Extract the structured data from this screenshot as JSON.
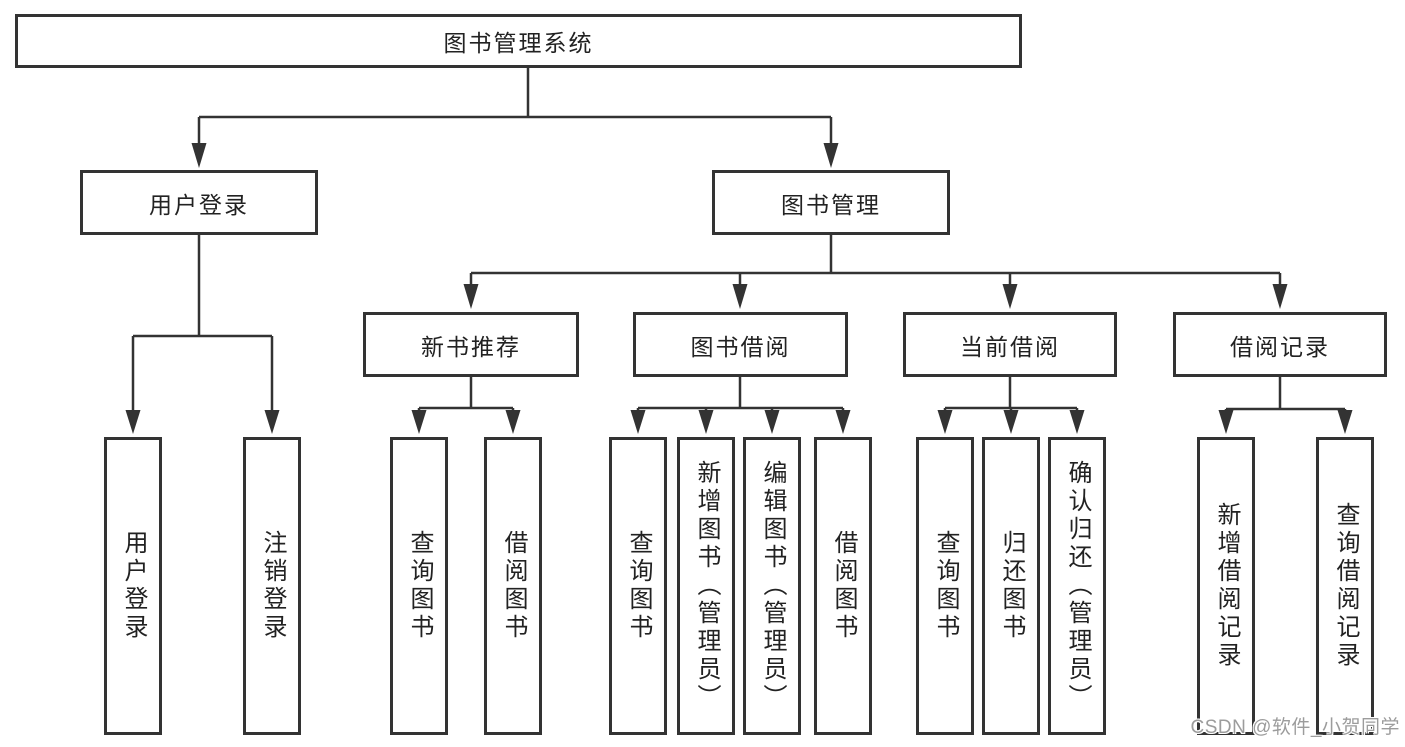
{
  "tree": {
    "label": "图书管理系统",
    "children": [
      {
        "label": "用户登录",
        "children": [
          {
            "label": "用户登录"
          },
          {
            "label": "注销登录"
          }
        ]
      },
      {
        "label": "图书管理",
        "children": [
          {
            "label": "新书推荐",
            "children": [
              {
                "label": "查询图书"
              },
              {
                "label": "借阅图书"
              }
            ]
          },
          {
            "label": "图书借阅",
            "children": [
              {
                "label": "查询图书"
              },
              {
                "label": "新增图书（管理员）"
              },
              {
                "label": "编辑图书（管理员）"
              },
              {
                "label": "借阅图书"
              }
            ]
          },
          {
            "label": "当前借阅",
            "children": [
              {
                "label": "查询图书"
              },
              {
                "label": "归还图书"
              },
              {
                "label": "确认归还（管理员）"
              }
            ]
          },
          {
            "label": "借阅记录",
            "children": [
              {
                "label": "新增借阅记录"
              },
              {
                "label": "查询借阅记录"
              }
            ]
          }
        ]
      }
    ]
  },
  "watermark": {
    "text": "CSDN @软件_小贺同学",
    "color": "#9c9c9c"
  },
  "colors": {
    "line": "#333333",
    "border": "#333333",
    "background": "#ffffff",
    "text": "#222222"
  }
}
